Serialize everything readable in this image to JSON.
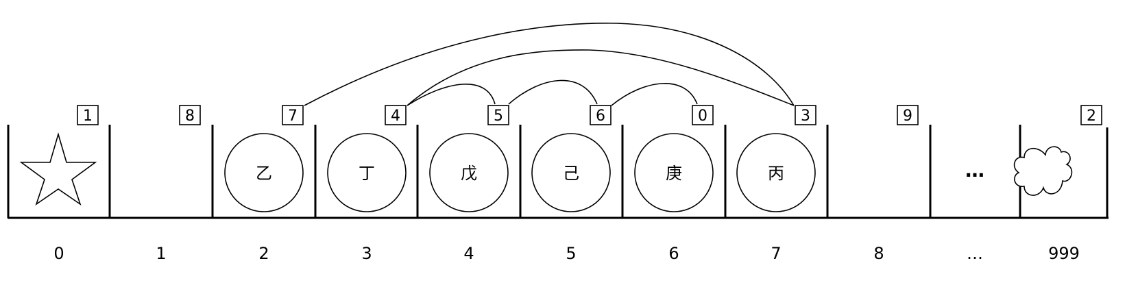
{
  "cells": [
    {
      "index": "0",
      "content": "star",
      "box_number": "1"
    },
    {
      "index": "1",
      "content": "empty",
      "box_number": "8"
    },
    {
      "index": "2",
      "content": "node",
      "label": "乙",
      "box_number": "7"
    },
    {
      "index": "3",
      "content": "node",
      "label": "丁",
      "box_number": "4"
    },
    {
      "index": "4",
      "content": "node",
      "label": "戊",
      "box_number": "5"
    },
    {
      "index": "5",
      "content": "node",
      "label": "己",
      "box_number": "6"
    },
    {
      "index": "6",
      "content": "node",
      "label": "庚",
      "box_number": "0"
    },
    {
      "index": "7",
      "content": "node",
      "label": "丙",
      "box_number": "3"
    },
    {
      "index": "8",
      "content": "empty",
      "box_number": "9"
    },
    {
      "index": "…",
      "content": "ellipsis",
      "label": "…"
    },
    {
      "index": "999",
      "content": "cloud",
      "box_number": "2"
    }
  ],
  "links": [
    {
      "from": "7",
      "to": "3"
    },
    {
      "from": "4",
      "to": "3"
    },
    {
      "from": "4",
      "to": "5"
    },
    {
      "from": "5",
      "to": "6"
    },
    {
      "from": "6",
      "to": "0"
    }
  ]
}
